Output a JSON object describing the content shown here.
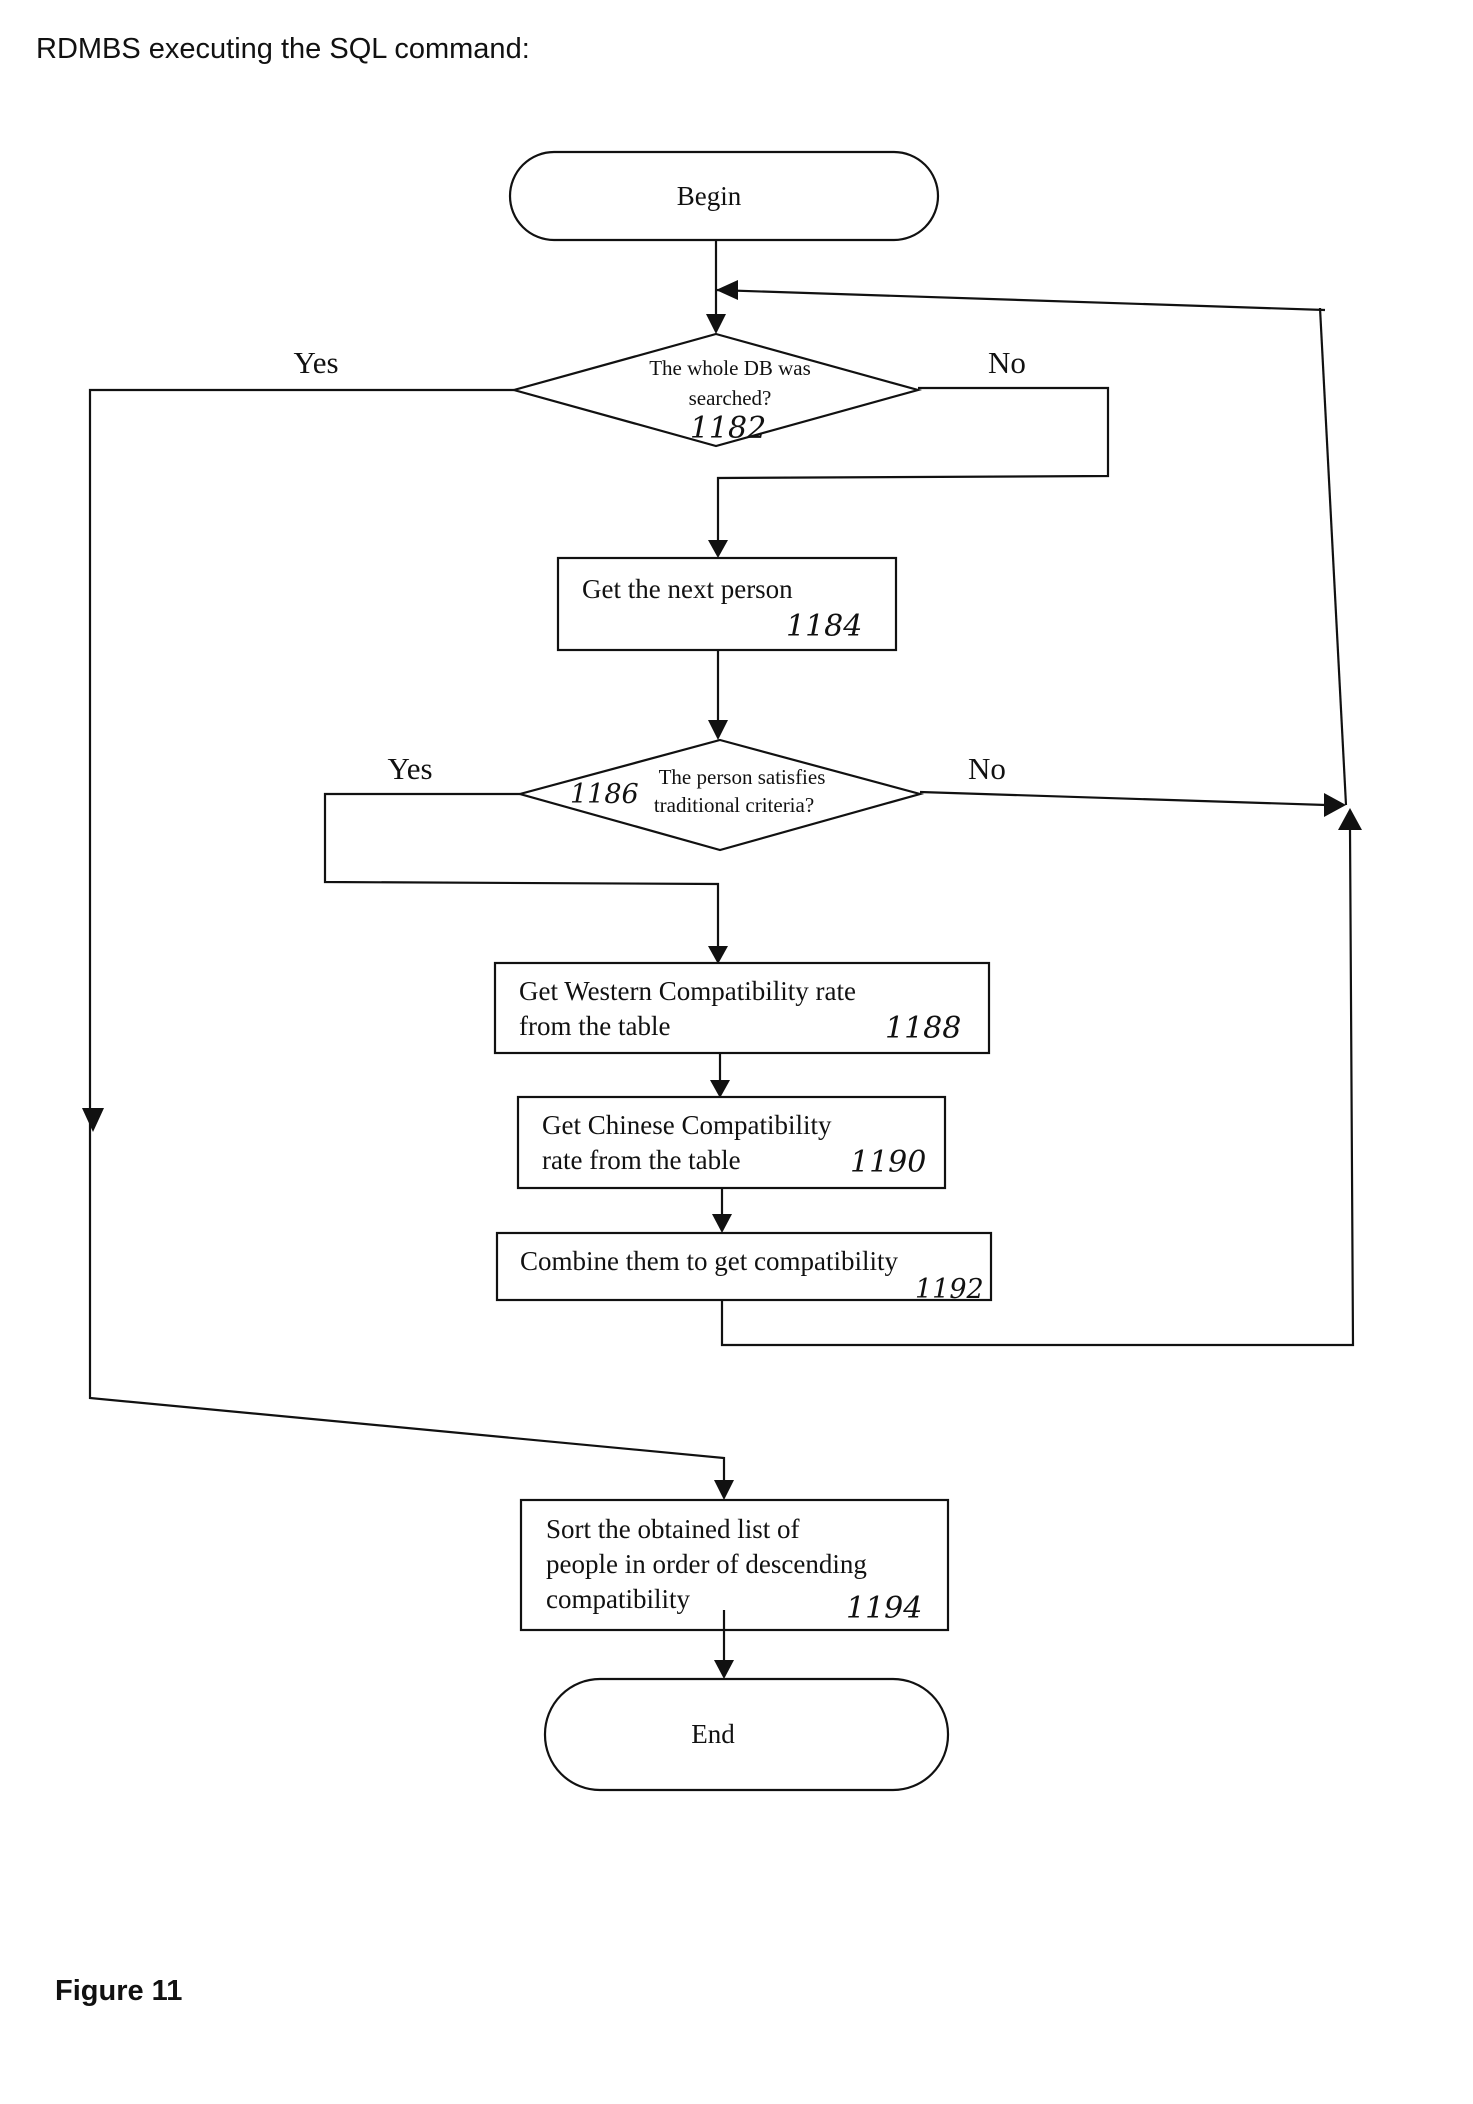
{
  "header": {
    "title": "RDMBS executing the SQL command:"
  },
  "footer": {
    "figure_label": "Figure 11"
  },
  "flowchart": {
    "begin": "Begin",
    "end": "End",
    "decision_db": {
      "line1": "The whole DB was",
      "line2": "searched?",
      "ref": "1182",
      "yes": "Yes",
      "no": "No"
    },
    "step_next_person": {
      "line1": "Get the next person",
      "ref": "1184"
    },
    "decision_criteria": {
      "line1": "The person satisfies",
      "line2": "traditional criteria?",
      "ref": "1186",
      "yes": "Yes",
      "no": "No"
    },
    "step_western": {
      "line1": "Get Western Compatibility rate",
      "line2": "from the table",
      "ref": "1188"
    },
    "step_chinese": {
      "line1": "Get Chinese Compatibility",
      "line2": "rate from the table",
      "ref": "1190"
    },
    "step_combine": {
      "line1": "Combine them to get compatibility",
      "ref": "1192"
    },
    "step_sort": {
      "line1": "Sort the obtained list of",
      "line2": "people in order of descending",
      "line3": "compatibility",
      "ref": "1194"
    }
  }
}
